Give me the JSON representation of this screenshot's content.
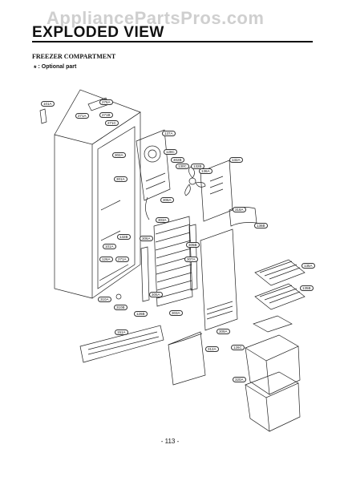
{
  "watermark": "AppliancePartsPros.com",
  "title": "EXPLODED VIEW",
  "section_title": "FREEZER COMPARTMENT",
  "note": {
    "symbol": "*",
    "text": ": Optional part"
  },
  "page_number": "- 113 -",
  "part_labels": [
    "101A",
    "276A",
    "271A",
    "271B",
    "271C",
    "137A",
    "128C",
    "302A",
    "302B",
    "130C",
    "136A",
    "132A",
    "301A",
    "132B",
    "306A",
    "303A",
    "306A",
    "305A",
    "132B",
    "101A",
    "271A",
    "305B",
    "303A",
    "310A",
    "310B",
    "126A",
    "126B",
    "136B",
    "318A",
    "309A",
    "312A",
    "151A",
    "307A",
    "135B",
    "135A",
    "126C",
    "320A"
  ],
  "colors": {
    "line": "#222222",
    "fill": "#ffffff"
  }
}
